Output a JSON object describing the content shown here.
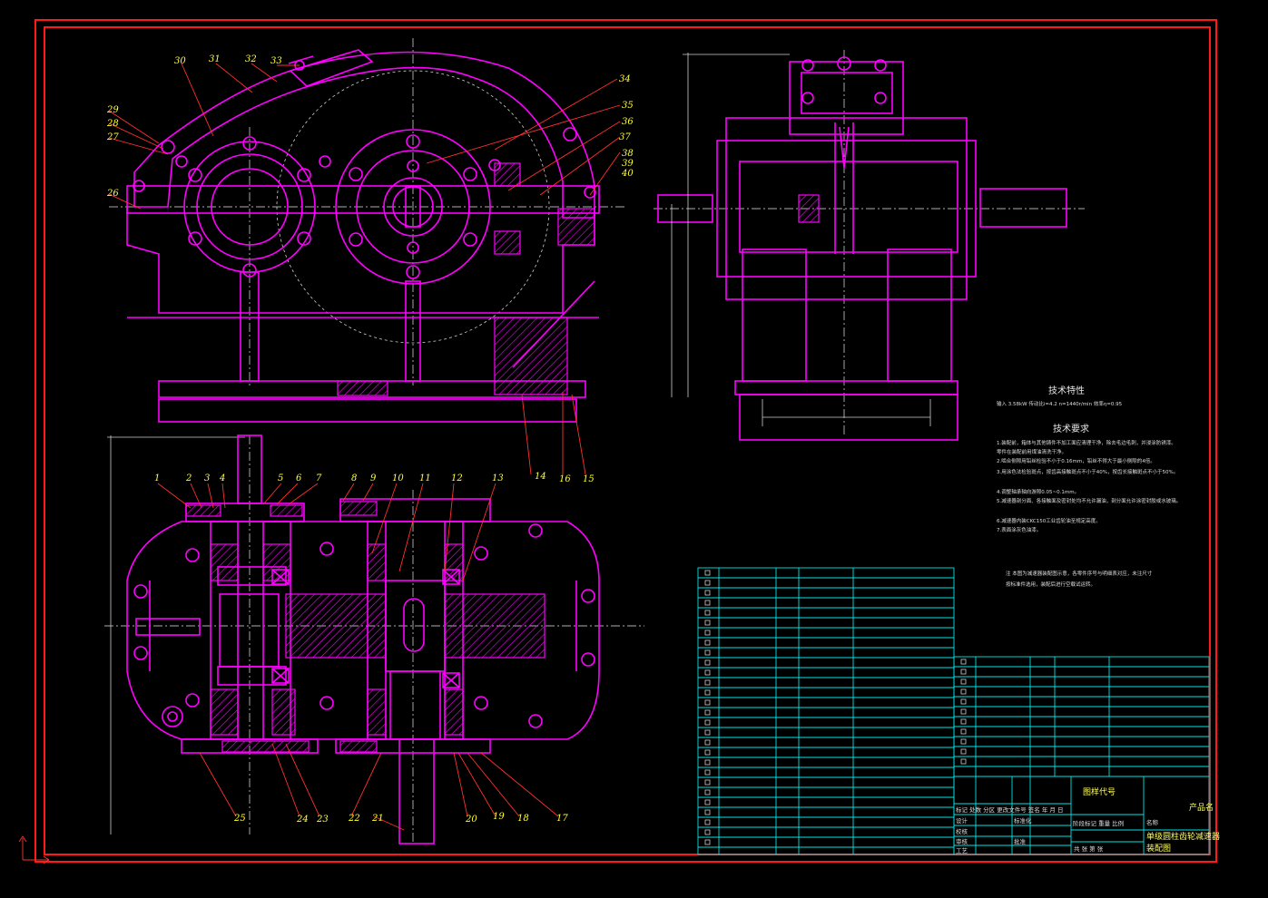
{
  "colors": {
    "background": "#000000",
    "outline": "#ff00ff",
    "frame": "#ff1a1a",
    "table": "#00e5e5",
    "labels": "#ffff33",
    "text": "#e6e6e6"
  },
  "balloons_top": [
    "30",
    "31",
    "32",
    "33",
    "34",
    "35",
    "36",
    "37",
    "38",
    "39",
    "40",
    "29",
    "28",
    "27",
    "26",
    "14",
    "16",
    "15"
  ],
  "balloons_bottom": [
    "1",
    "2",
    "3",
    "4",
    "5",
    "6",
    "7",
    "8",
    "9",
    "10",
    "11",
    "12",
    "13",
    "25",
    "24",
    "23",
    "22",
    "21",
    "20",
    "19",
    "18",
    "17"
  ],
  "notes": {
    "tech_features_title": "技术特性",
    "tech_features_line": "输入  3.58kW   传动比i=4.2   n=1440r/min   效率η=0.95",
    "tech_req_title": "技术要求",
    "tech_req_lines": [
      "1.装配前，箱体与其他铸件不加工面应清理干净，除去毛边毛刺，并浸涂防锈漆。",
      "   零件在装配前用煤油清洗干净。",
      "2.啮合侧隙用铅丝检验不小于0.16mm，铅丝不得大于最小侧隙的4倍。",
      "3.用涂色法检验斑点，按齿高接触斑点不小于40%，按齿长接触斑点不小于50%。",
      "4.调整轴承轴向游隙0.05~0.1mm。",
      "5.减速器剖分面、各接触面及密封处均不允许漏油，剖分面允许涂密封胶或水玻璃。",
      "6.减速器内装CKC150工业齿轮油至规定高度。",
      "7.表面涂灰色油漆。"
    ],
    "footnote_lines": [
      "注  本图为减速器装配图示意，各零件序号与明细表对应，未注尺寸",
      "    按标准件选用，装配后进行空载试运转。"
    ]
  },
  "title_block": {
    "product_label": "产品名",
    "drawing_title_1": "单级圆柱齿轮减速器",
    "drawing_title_2": "装配图",
    "code_label": "图样代号",
    "header_row": "标记 处数 分区 更改文件号 签名 年 月 日",
    "stage_row": "阶段标记  重量  比例",
    "roles": [
      "设计",
      "校核",
      "审核",
      "工艺"
    ],
    "roles_right": [
      "标准化",
      "",
      "批准"
    ],
    "material_col": "名称",
    "qty_label": "共 张 第 张"
  }
}
